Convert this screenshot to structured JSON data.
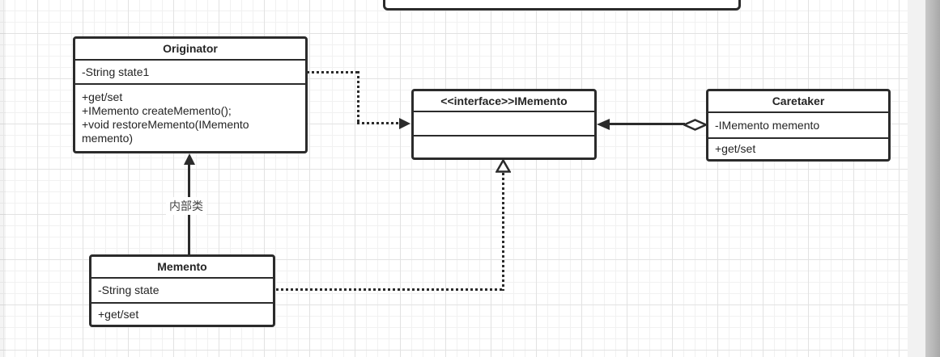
{
  "diagram": {
    "classes": {
      "top_partial": {
        "title": ""
      },
      "originator": {
        "title": "Originator",
        "attributes": [
          "-String state1"
        ],
        "methods": [
          "+get/set",
          "+IMemento createMemento();",
          "+void restoreMemento(IMemento memento)"
        ]
      },
      "imemento": {
        "title": "<<interface>>IMemento",
        "attributes": [],
        "methods": []
      },
      "caretaker": {
        "title": "Caretaker",
        "attributes": [
          "-IMemento memento"
        ],
        "methods": [
          "+get/set"
        ]
      },
      "memento": {
        "title": "Memento",
        "attributes": [
          "-String state"
        ],
        "methods": [
          "+get/set"
        ]
      }
    },
    "edge_labels": {
      "inner_class": "内部类"
    },
    "colors": {
      "stroke": "#2b2b2b",
      "fill": "#ffffff",
      "canvas_bg": "#ffffff",
      "grid_minor": "#f1f1f1",
      "grid_major": "#e2e2e2",
      "text": "#242424"
    }
  }
}
